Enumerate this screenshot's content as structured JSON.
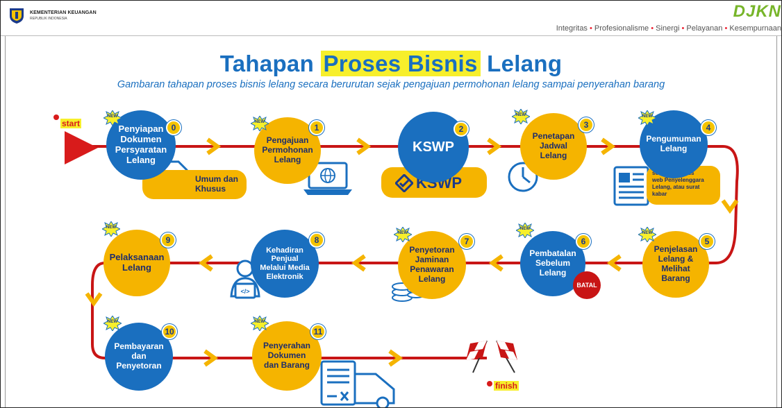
{
  "header": {
    "ministry": "KEMENTERIAN KEUANGAN",
    "ministry_sub": "REPUBLIK INDONESIA",
    "brand": "DJKN",
    "values": [
      "Integritas",
      "Profesionalisme",
      "Sinergi",
      "Pelayanan",
      "Kesempurnaan"
    ]
  },
  "title": {
    "pre": "Tahapan ",
    "highlight": "Proses Bisnis",
    "post": " Lelang"
  },
  "subtitle": "Gambaran tahapan proses bisnis lelang secara berurutan sejak pengajuan permohonan lelang sampai penyerahan barang",
  "start_label": "start",
  "finish_label": "finish",
  "new_badge": "NEW",
  "steps": [
    {
      "num": "0",
      "label": "Penyiapan\nDokumen\nPersyaratan\nLelang",
      "color": "blue"
    },
    {
      "num": "1",
      "label": "Pengajuan\nPermohonan\nLelang",
      "color": "yellow"
    },
    {
      "num": "2",
      "label": "KSWP",
      "color": "blue"
    },
    {
      "num": "3",
      "label": "Penetapan\nJadwal\nLelang",
      "color": "yellow"
    },
    {
      "num": "4",
      "label": "Pengumuman\nLelang",
      "color": "blue"
    },
    {
      "num": "5",
      "label": "Penjelasan\nLelang &\nMelihat\nBarang",
      "color": "yellow"
    },
    {
      "num": "6",
      "label": "Pembatalan\nSebelum\nLelang",
      "color": "blue"
    },
    {
      "num": "7",
      "label": "Penyetoran\nJaminan\nPenawaran\nLelang",
      "color": "yellow"
    },
    {
      "num": "8",
      "label": "Kehadiran\nPenjual\nMelalui Media\nElektronik",
      "color": "blue"
    },
    {
      "num": "9",
      "label": "Pelaksanaan\nLelang",
      "color": "yellow"
    },
    {
      "num": "10",
      "label": "Pembayaran\ndan\nPenyetoran",
      "color": "blue"
    },
    {
      "num": "11",
      "label": "Penyerahan\nDokumen\ndan Barang",
      "color": "yellow"
    }
  ],
  "notes": {
    "step0": "Umum dan\nKhusus",
    "kswp_logo": "KSWP",
    "step4": "selebaran, situs\nweb Penyelenggara\nLelang, atau surat\nkabar",
    "batal": "BATAL"
  },
  "colors": {
    "blue": "#1a6fbf",
    "yellow": "#f5b400",
    "red": "#c81515",
    "green": "#77b52a"
  }
}
